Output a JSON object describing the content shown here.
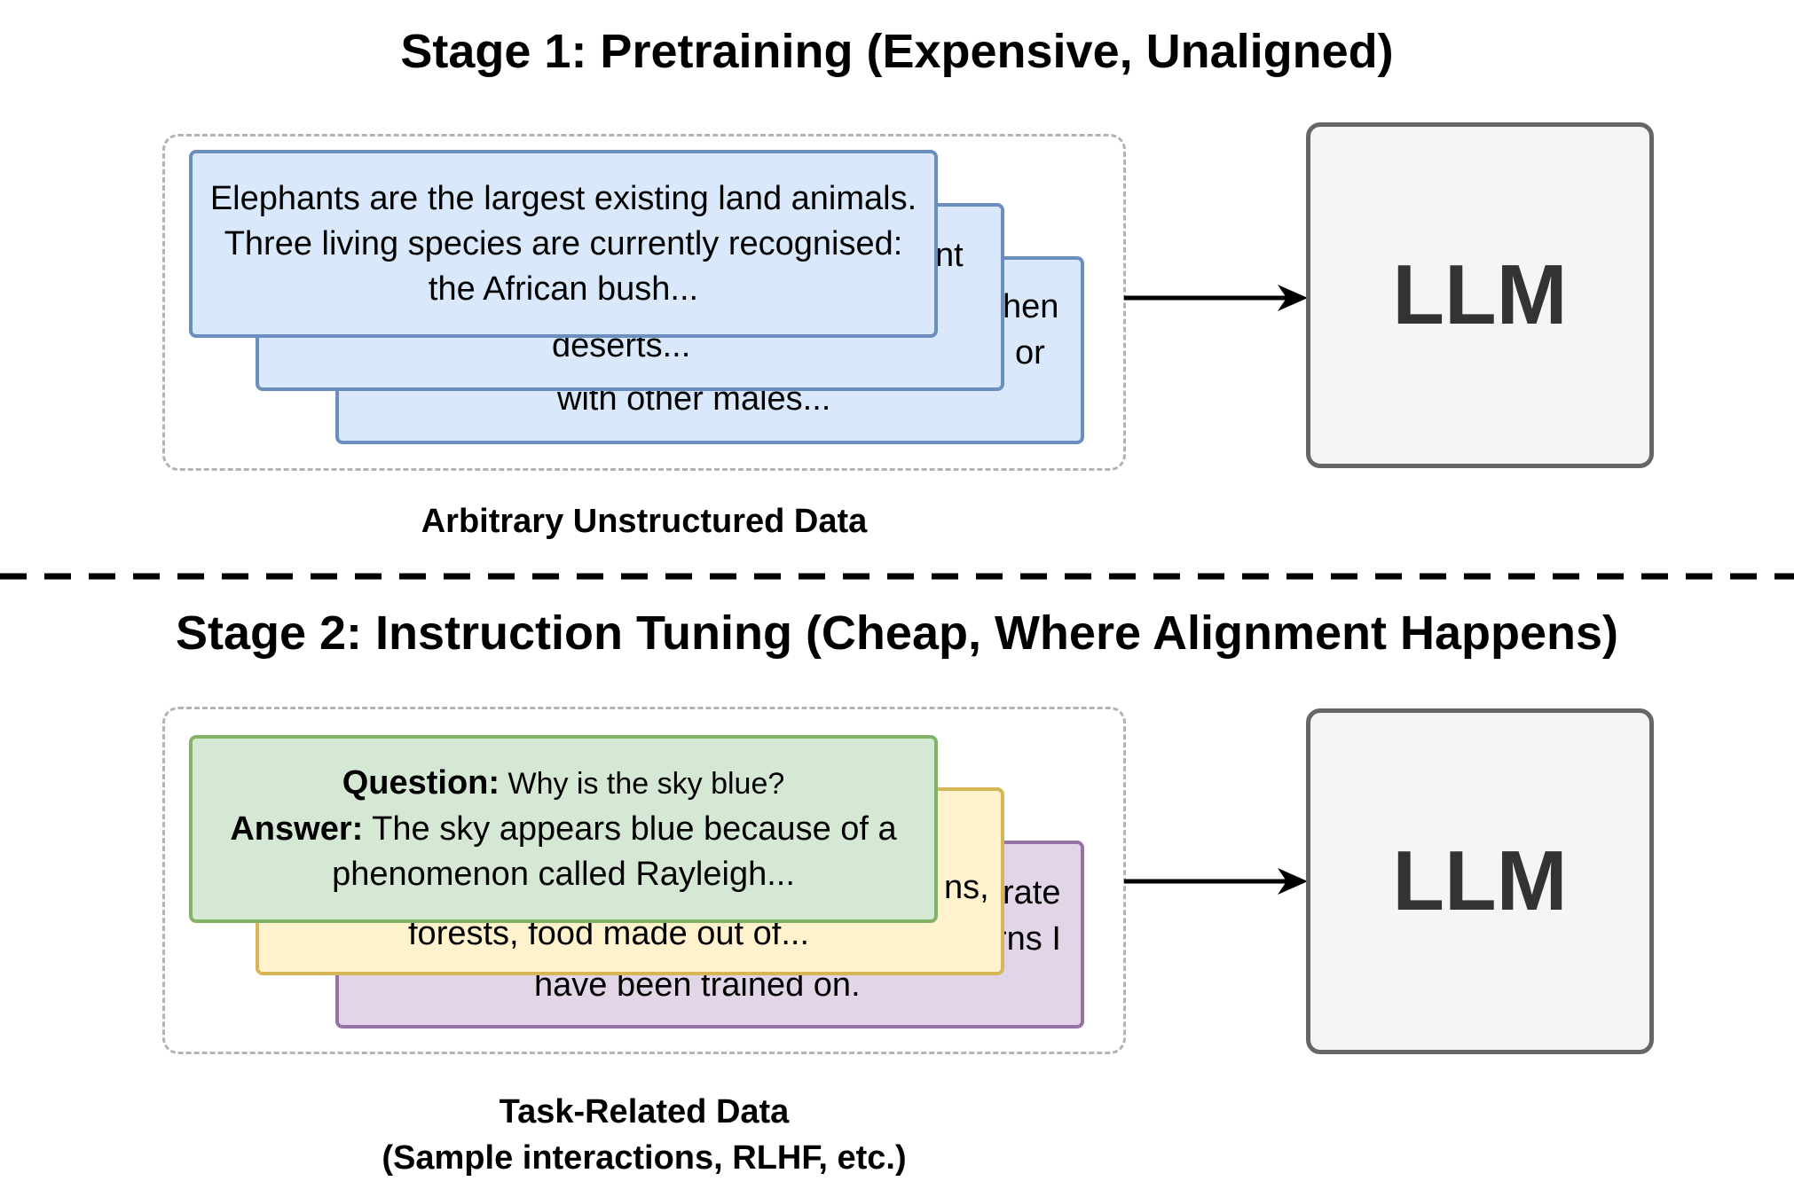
{
  "stage1": {
    "title": "Stage 1: Pretraining (Expensive, Unaligned)",
    "cards": {
      "front": "Elephants are the largest existing land animals. Three living species are currently recognised: the African bush...",
      "middle_fragments": [
        "nt",
        "deserts..."
      ],
      "back_fragments": [
        "hen",
        "or",
        "with other males..."
      ]
    },
    "caption": "Arbitrary Unstructured Data",
    "model_label": "LLM"
  },
  "stage2": {
    "title": "Stage 2: Instruction Tuning (Cheap, Where Alignment Happens)",
    "cards": {
      "question_label": "Question:",
      "question_text": " Why is the sky blue?",
      "answer_label": "Answer:",
      "answer_text": " The sky appears blue because of a phenomenon called Rayleigh...",
      "middle_fragments": [
        "ns,",
        "forests, food made out of..."
      ],
      "back_fragments": [
        "rate",
        "rns I",
        "have been trained on."
      ]
    },
    "caption_line1": "Task-Related Data",
    "caption_line2": "(Sample interactions, RLHF, etc.)",
    "model_label": "LLM"
  },
  "colors": {
    "blue_fill": "#dae8fc",
    "blue_stroke": "#6c8ebf",
    "yellow_fill": "#fff2cc",
    "yellow_stroke": "#d6b656",
    "purple_fill": "#e1d5e7",
    "purple_stroke": "#9673a6",
    "green_fill": "#d5e8d4",
    "green_stroke": "#82b366",
    "llm_fill": "#f5f5f5",
    "llm_stroke": "#666666"
  }
}
